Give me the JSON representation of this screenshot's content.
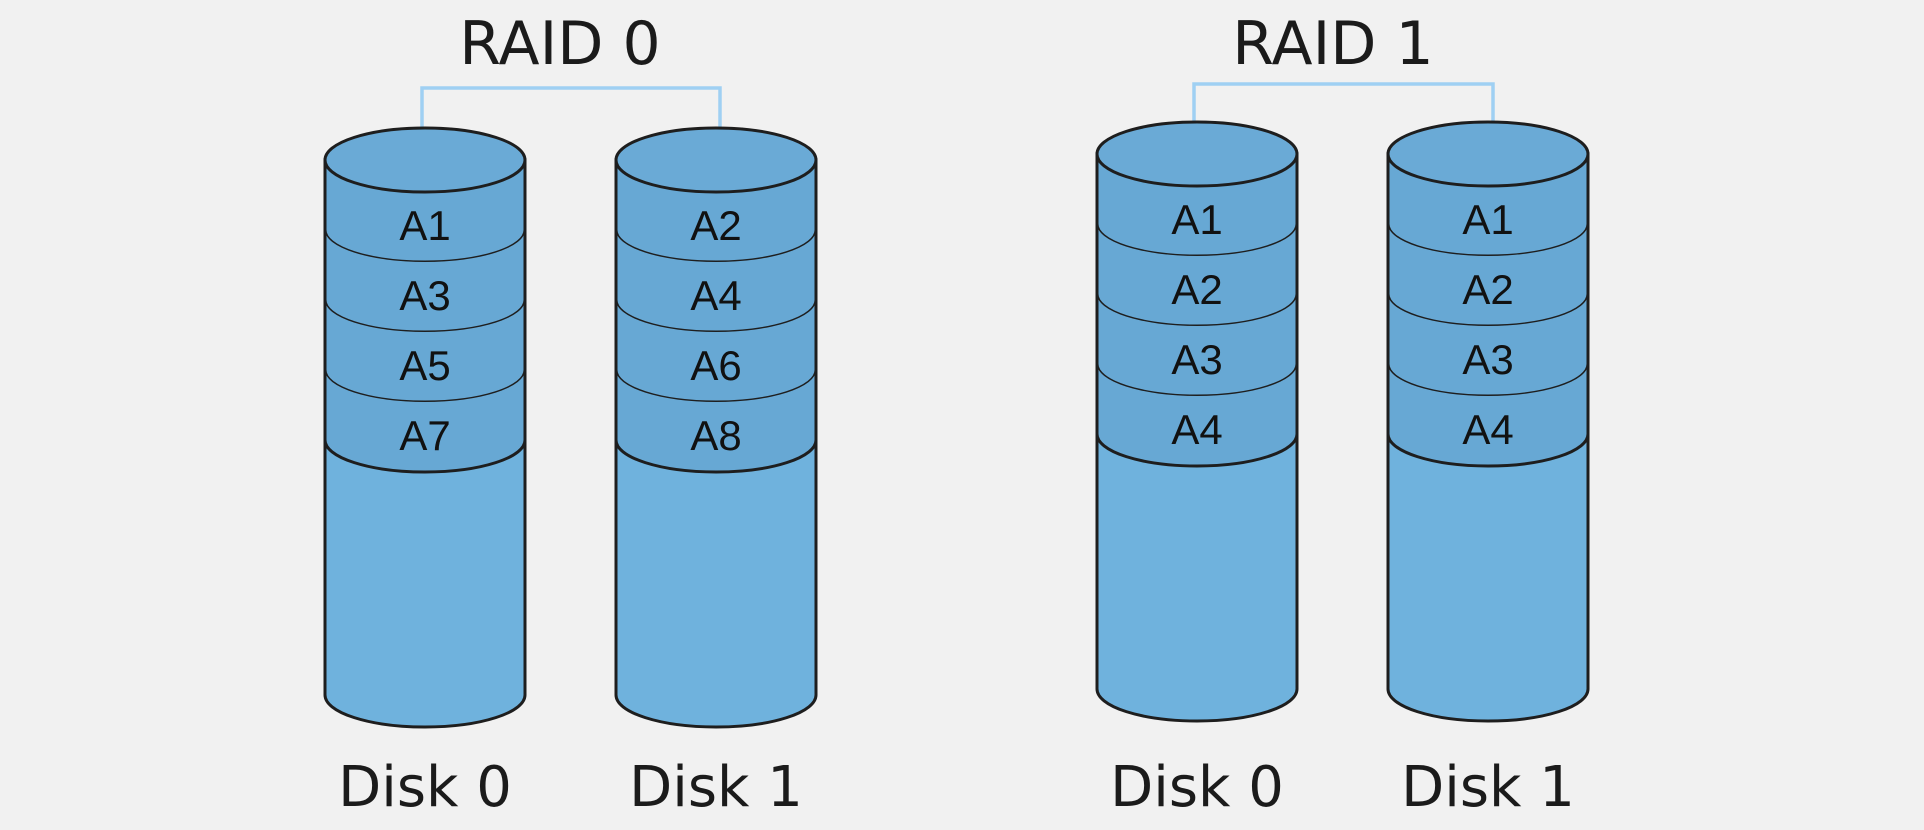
{
  "colors": {
    "background": "#f1f1f1",
    "disk_fill": "#6fb2dd",
    "stripe_fill": "#67a8d4",
    "outline": "#1e1e1e",
    "connector": "#9fd0f3"
  },
  "groups": [
    {
      "title": "RAID 0",
      "disks": [
        {
          "label": "Disk 0",
          "blocks": [
            "A1",
            "A3",
            "A5",
            "A7"
          ]
        },
        {
          "label": "Disk 1",
          "blocks": [
            "A2",
            "A4",
            "A6",
            "A8"
          ]
        }
      ]
    },
    {
      "title": "RAID 1",
      "disks": [
        {
          "label": "Disk 0",
          "blocks": [
            "A1",
            "A2",
            "A3",
            "A4"
          ]
        },
        {
          "label": "Disk 1",
          "blocks": [
            "A1",
            "A2",
            "A3",
            "A4"
          ]
        }
      ]
    }
  ]
}
